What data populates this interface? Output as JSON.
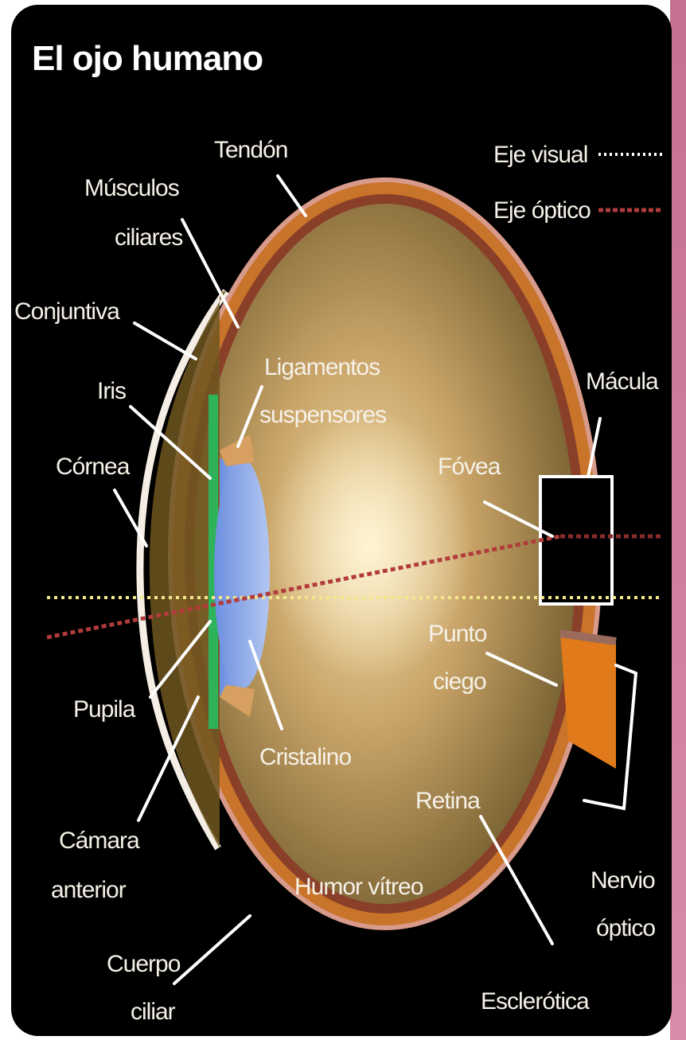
{
  "title": "El ojo humano",
  "legend": {
    "visual_axis": "Eje visual",
    "optical_axis": "Eje óptico"
  },
  "labels": {
    "tendon": "Tendón",
    "ciliary_muscles_1": "Músculos",
    "ciliary_muscles_2": "ciliares",
    "conjunctiva": "Conjuntiva",
    "iris": "Iris",
    "cornea": "Córnea",
    "ligaments_1": "Ligamentos",
    "ligaments_2": "suspensores",
    "macula": "Mácula",
    "fovea": "Fóvea",
    "blind_spot_1": "Punto",
    "blind_spot_2": "ciego",
    "pupil": "Pupila",
    "lens": "Cristalino",
    "retina": "Retina",
    "anterior_chamber_1": "Cámara",
    "anterior_chamber_2": "anterior",
    "vitreous": "Humor vítreo",
    "optic_nerve_1": "Nervio",
    "optic_nerve_2": "óptico",
    "ciliary_body_1": "Cuerpo",
    "ciliary_body_2": "ciliar",
    "sclera": "Esclerótica"
  },
  "colors": {
    "background": "#000000",
    "sclera": "#d07a2c",
    "vitreous_center": "#e9c98a",
    "lens": "#8aa9e8",
    "iris": "#2fb35a",
    "visual_axis": "#f2e88a",
    "optical_axis": "#b23b3b"
  }
}
